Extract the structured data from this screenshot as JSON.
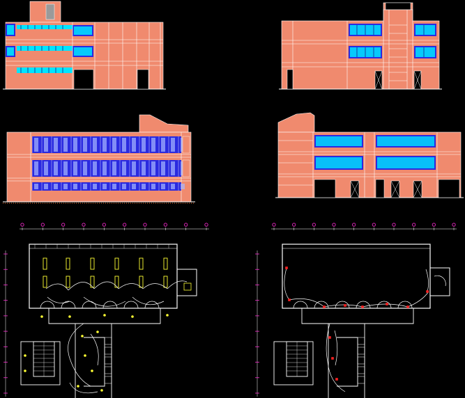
{
  "drawing": {
    "background": "#000000",
    "palette": {
      "wall": "#f08a6e",
      "wall_dark": "#e07a60",
      "line": "#ffffff",
      "glass_cyan": "#00e5ff",
      "glass_blue": "#2a2ae0",
      "glass_light": "#a8b8ff",
      "grid_magenta": "#ff2bd6",
      "fixture_yellow": "#ffff33",
      "circuit_white": "#ffffff",
      "ground": "#ff7733",
      "outlet_red": "#ff2020"
    },
    "views": [
      {
        "id": "elevation-1",
        "kind": "front elevation"
      },
      {
        "id": "elevation-2",
        "kind": "rear elevation"
      },
      {
        "id": "elevation-3",
        "kind": "side elevation"
      },
      {
        "id": "elevation-4",
        "kind": "side elevation"
      },
      {
        "id": "plan-lighting",
        "kind": "lighting floor plan",
        "fixture_count": 12
      },
      {
        "id": "plan-outlets",
        "kind": "outlets floor plan"
      }
    ]
  }
}
